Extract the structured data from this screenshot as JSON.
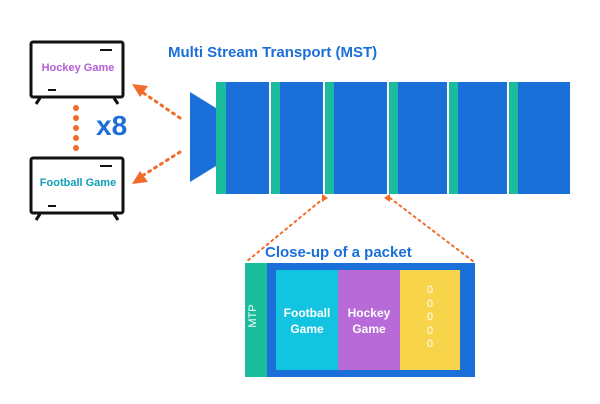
{
  "title": "Multi Stream Transport (MST)",
  "multiplier": "x8",
  "tvs": [
    {
      "label": "Hockey Game",
      "label_color": "#b45fd6"
    },
    {
      "label": "Football Game",
      "label_color": "#0e9fb8"
    }
  ],
  "closeup": {
    "title": "Close-up of a packet",
    "header_label": "MTP",
    "segments": [
      {
        "label": "Football Game",
        "color": "#13c4e0"
      },
      {
        "label": "Hockey Game",
        "color": "#b96ad9"
      }
    ],
    "padding_values": [
      "0",
      "0",
      "0",
      "0",
      "0"
    ],
    "padding_color": "#f7d44a"
  },
  "colors": {
    "stream_blue": "#1a6fd8",
    "marker_green": "#1abc9c",
    "arrow_orange": "#f26b2a"
  }
}
